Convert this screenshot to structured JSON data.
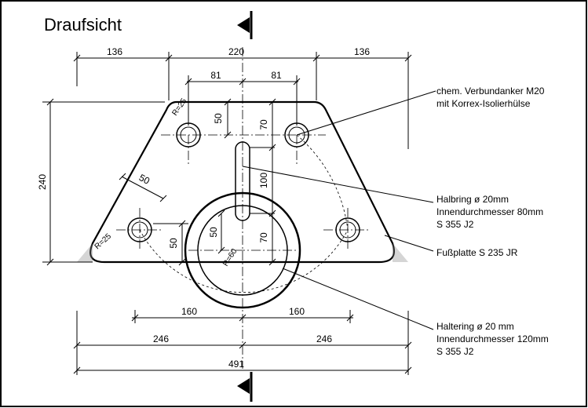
{
  "title": "Draufsicht",
  "dimensions": {
    "top_left": "136",
    "top_mid": "220",
    "top_right": "136",
    "holes_left": "81",
    "holes_right": "81",
    "height_left": "240",
    "vert_50_top": "50",
    "vert_70_top": "70",
    "vert_100": "100",
    "vert_50_mid": "50",
    "vert_70_mid": "70",
    "vert_50_left": "50",
    "diag_50": "50",
    "bottom_160_left": "160",
    "bottom_160_right": "160",
    "bottom_246_left": "246",
    "bottom_246_right": "246",
    "total": "491",
    "radius_top": "R=25",
    "radius_bottom": "R=25",
    "radius_ring": "R=60"
  },
  "callouts": {
    "anchor_line1": "chem. Verbundanker M20",
    "anchor_line2": "mit Korrex-Isolierhülse",
    "halbring_line1": "Halbring ø 20mm",
    "halbring_line2": "Innendurchmesser 80mm",
    "halbring_line3": "S 355 J2",
    "fussplatte": "Fußplatte S 235 JR",
    "haltering_line1": "Haltering ø 20 mm",
    "haltering_line2": "Innendurchmesser 120mm",
    "haltering_line3": "S 355 J2"
  }
}
